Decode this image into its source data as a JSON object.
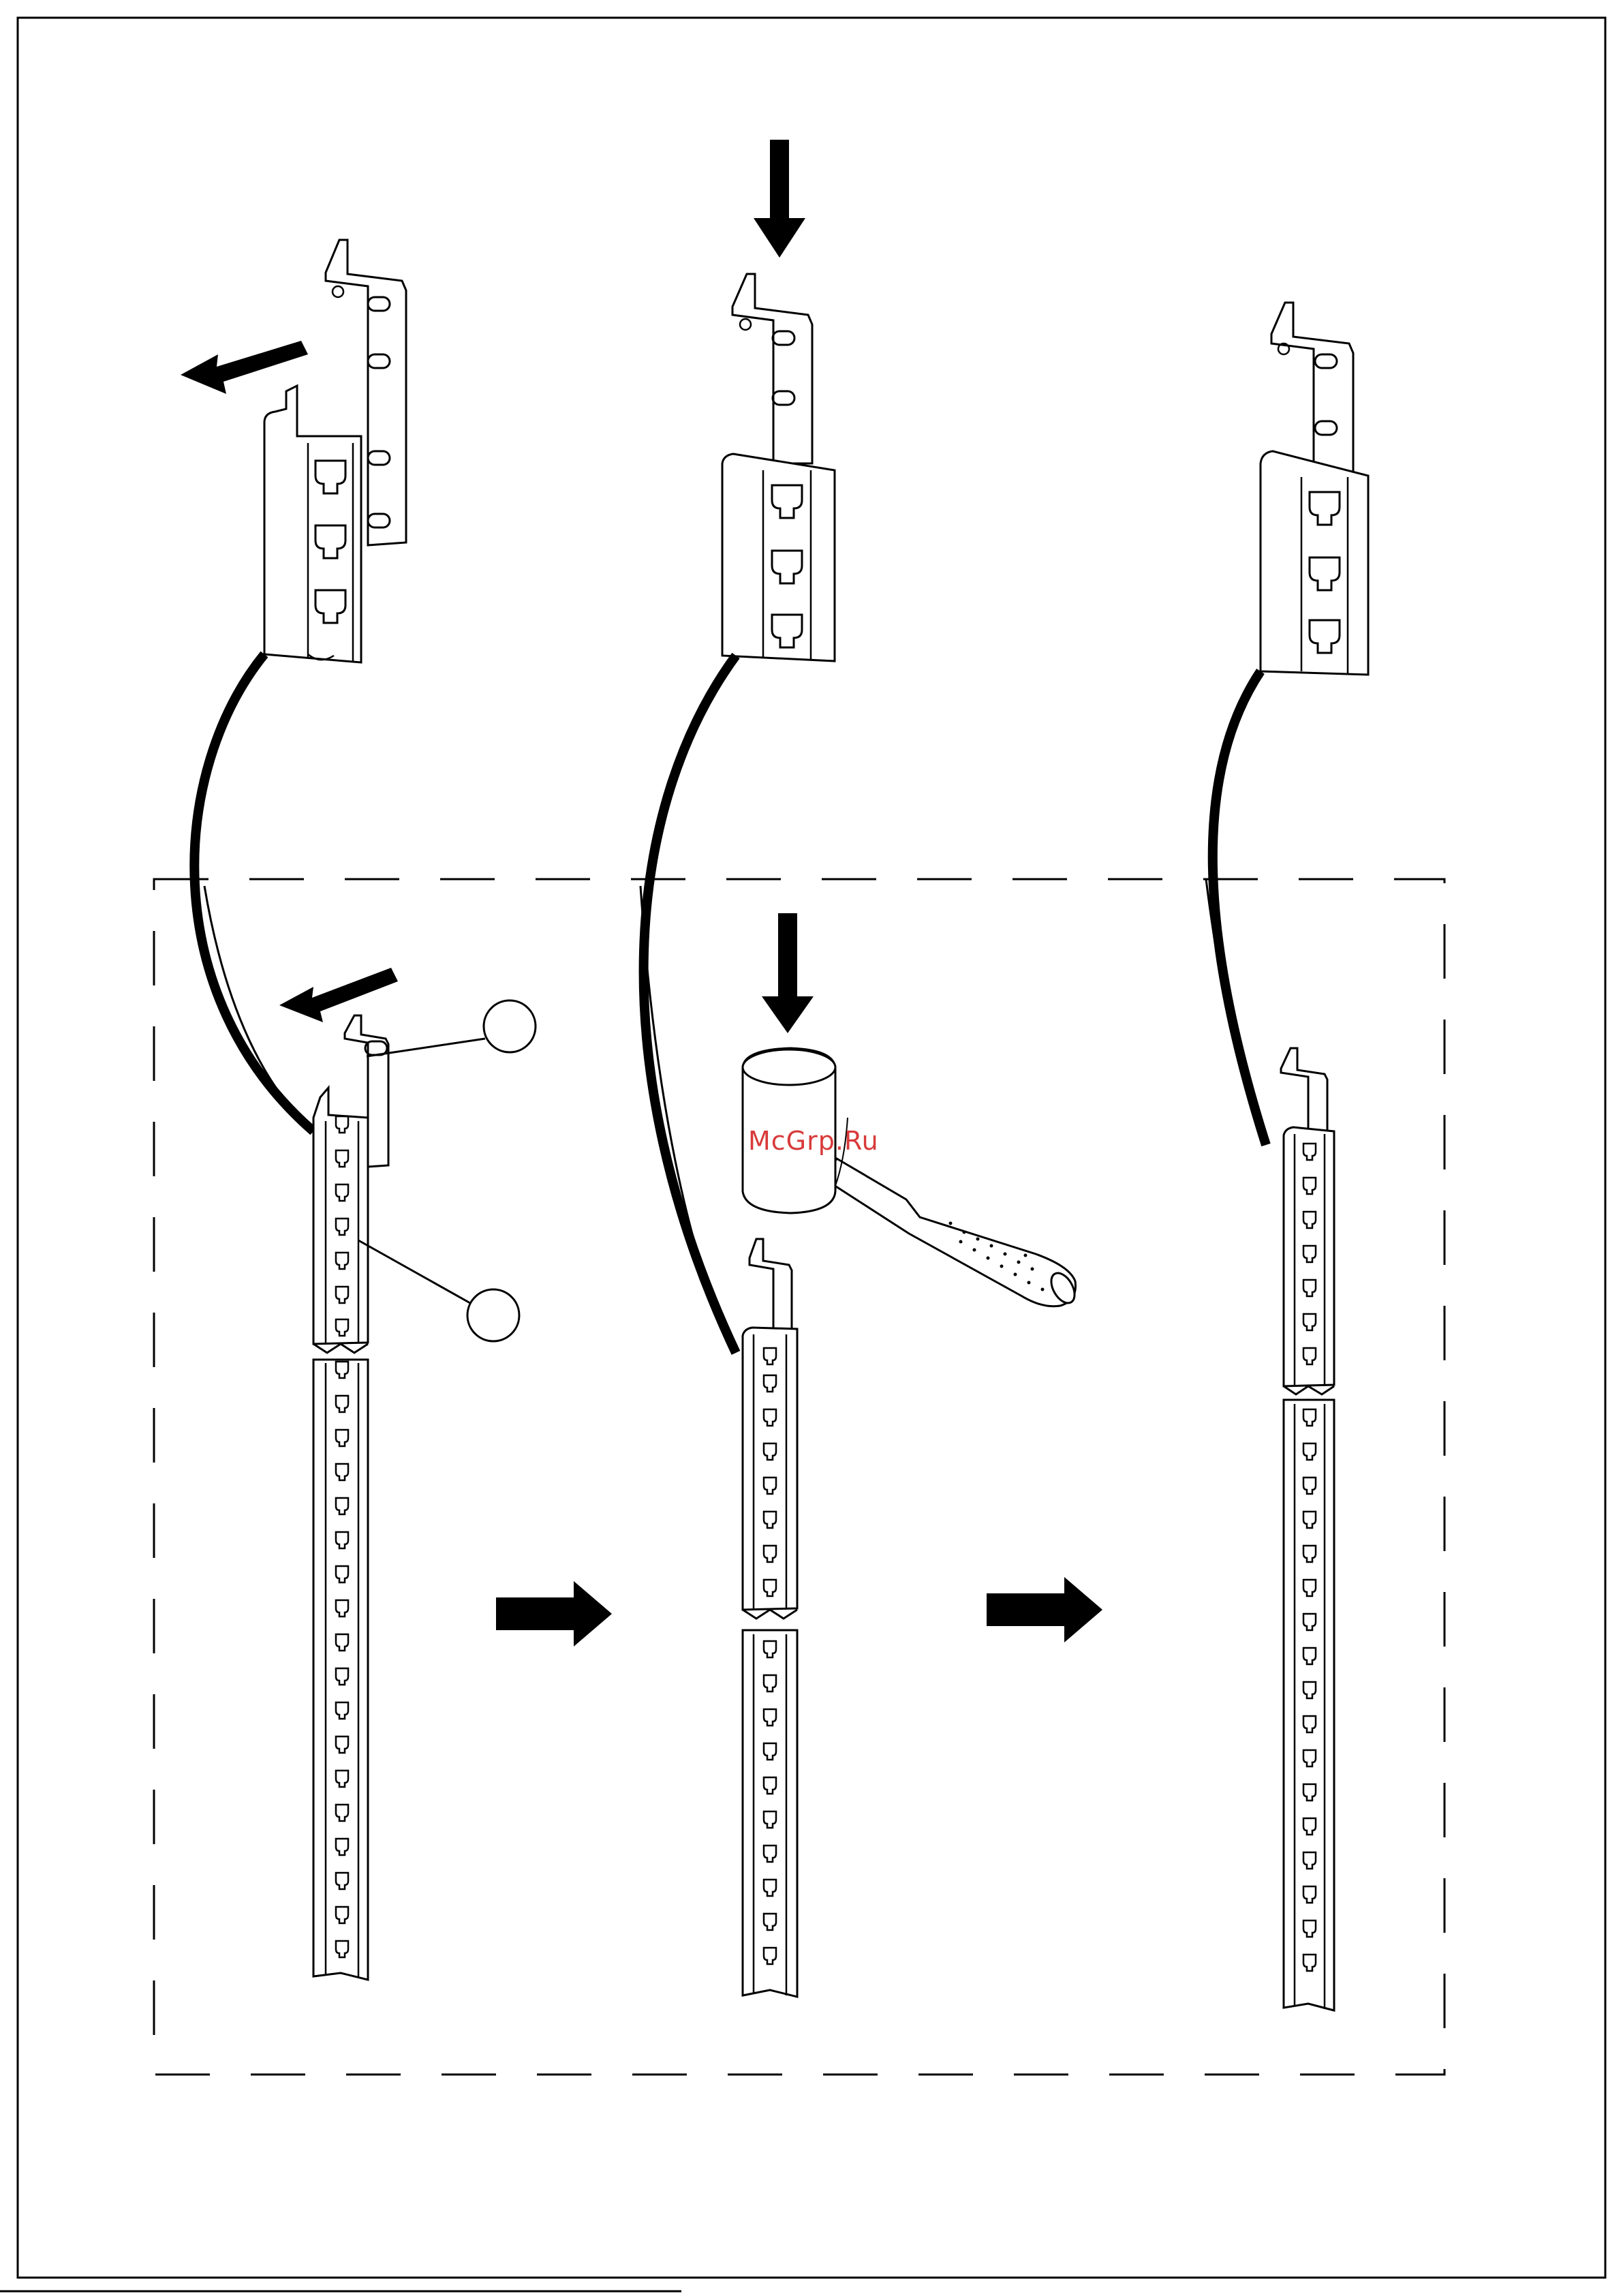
{
  "watermark": {
    "text": "McGrp.Ru",
    "color": "#d83a3a"
  },
  "callouts": [
    {
      "id": "A",
      "label": ""
    },
    {
      "id": "B",
      "label": ""
    }
  ],
  "colors": {
    "line": "#000000",
    "paper": "#ffffff"
  },
  "icons": [
    "arrow-down-icon",
    "arrow-right-icon",
    "arrow-left-icon",
    "mallet-icon"
  ]
}
